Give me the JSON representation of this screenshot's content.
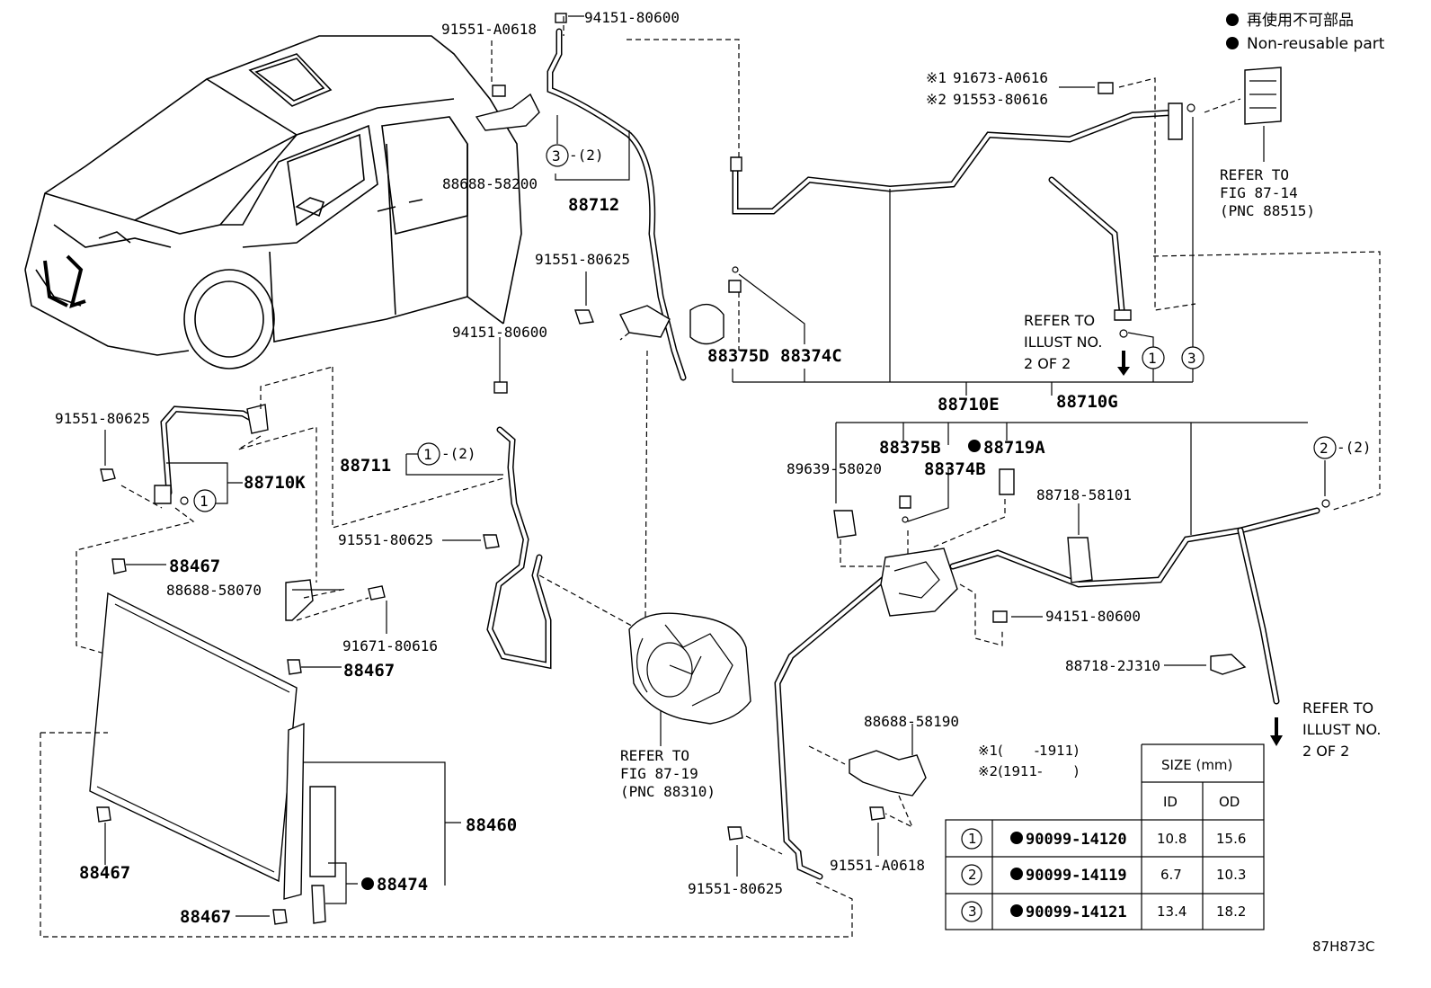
{
  "legend": {
    "jp": "再使用不可部品",
    "en": "Non-reusable part"
  },
  "parts": {
    "p94151_80600_top": "94151-80600",
    "p91551_A0618_top": "91551-A0618",
    "p88688_58200": "88688-58200",
    "p88712": "88712",
    "p91551_80625_mid": "91551-80625",
    "p94151_80600_mid": "94151-80600",
    "p91551_80625_left": "91551-80625",
    "p88710K": "88710K",
    "p88711": "88711",
    "p91551_80625_b": "91551-80625",
    "p88467_a": "88467",
    "p88688_58070": "88688-58070",
    "p91671_80616": "91671-80616",
    "p88467_b": "88467",
    "p88460": "88460",
    "p88467_c": "88467",
    "p88474": "88474",
    "p88467_d": "88467",
    "p91673_A0616": "91673-A0616",
    "p91553_80616": "91553-80616",
    "p88375D": "88375D",
    "p88374C": "88374C",
    "p88710E": "88710E",
    "p88710G": "88710G",
    "p89639_58020": "89639-58020",
    "p88375B": "88375B",
    "p88374B": "88374B",
    "p88719A": "88719A",
    "p88718_58101": "88718-58101",
    "p94151_80600_r": "94151-80600",
    "p88718_2J310": "88718-2J310",
    "p88688_58190": "88688-58190",
    "p91551_A0618_b": "91551-A0618",
    "p91551_80625_r": "91551-80625"
  },
  "qty": {
    "q3": "-(2)",
    "q1": "-(2)",
    "q2": "-(2)"
  },
  "notes": {
    "n1": "※1 ",
    "n2": "※2 ",
    "v1": "※1(　　 -1911)",
    "v2": "※2(1911-　　 )"
  },
  "refs": {
    "r1_l1": "REFER TO",
    "r1_l2": "FIG 87-14",
    "r1_l3": "(PNC 88515)",
    "r2_l1": "REFER TO",
    "r2_l2": "ILLUST NO.",
    "r2_l3": "2 OF 2",
    "r3_l1": "REFER TO",
    "r3_l2": "FIG 87-19",
    "r3_l3": "(PNC 88310)",
    "r4_l1": "REFER TO",
    "r4_l2": "ILLUST NO.",
    "r4_l3": "2 OF 2"
  },
  "size_table": {
    "header": "SIZE (mm)",
    "col_id": "ID",
    "col_od": "OD",
    "rows": [
      {
        "key": "1",
        "part": "90099-14120",
        "id": "10.8",
        "od": "15.6"
      },
      {
        "key": "2",
        "part": "90099-14119",
        "id": "6.7",
        "od": "10.3"
      },
      {
        "key": "3",
        "part": "90099-14121",
        "id": "13.4",
        "od": "18.2"
      }
    ]
  },
  "fig_code": "87H873C"
}
